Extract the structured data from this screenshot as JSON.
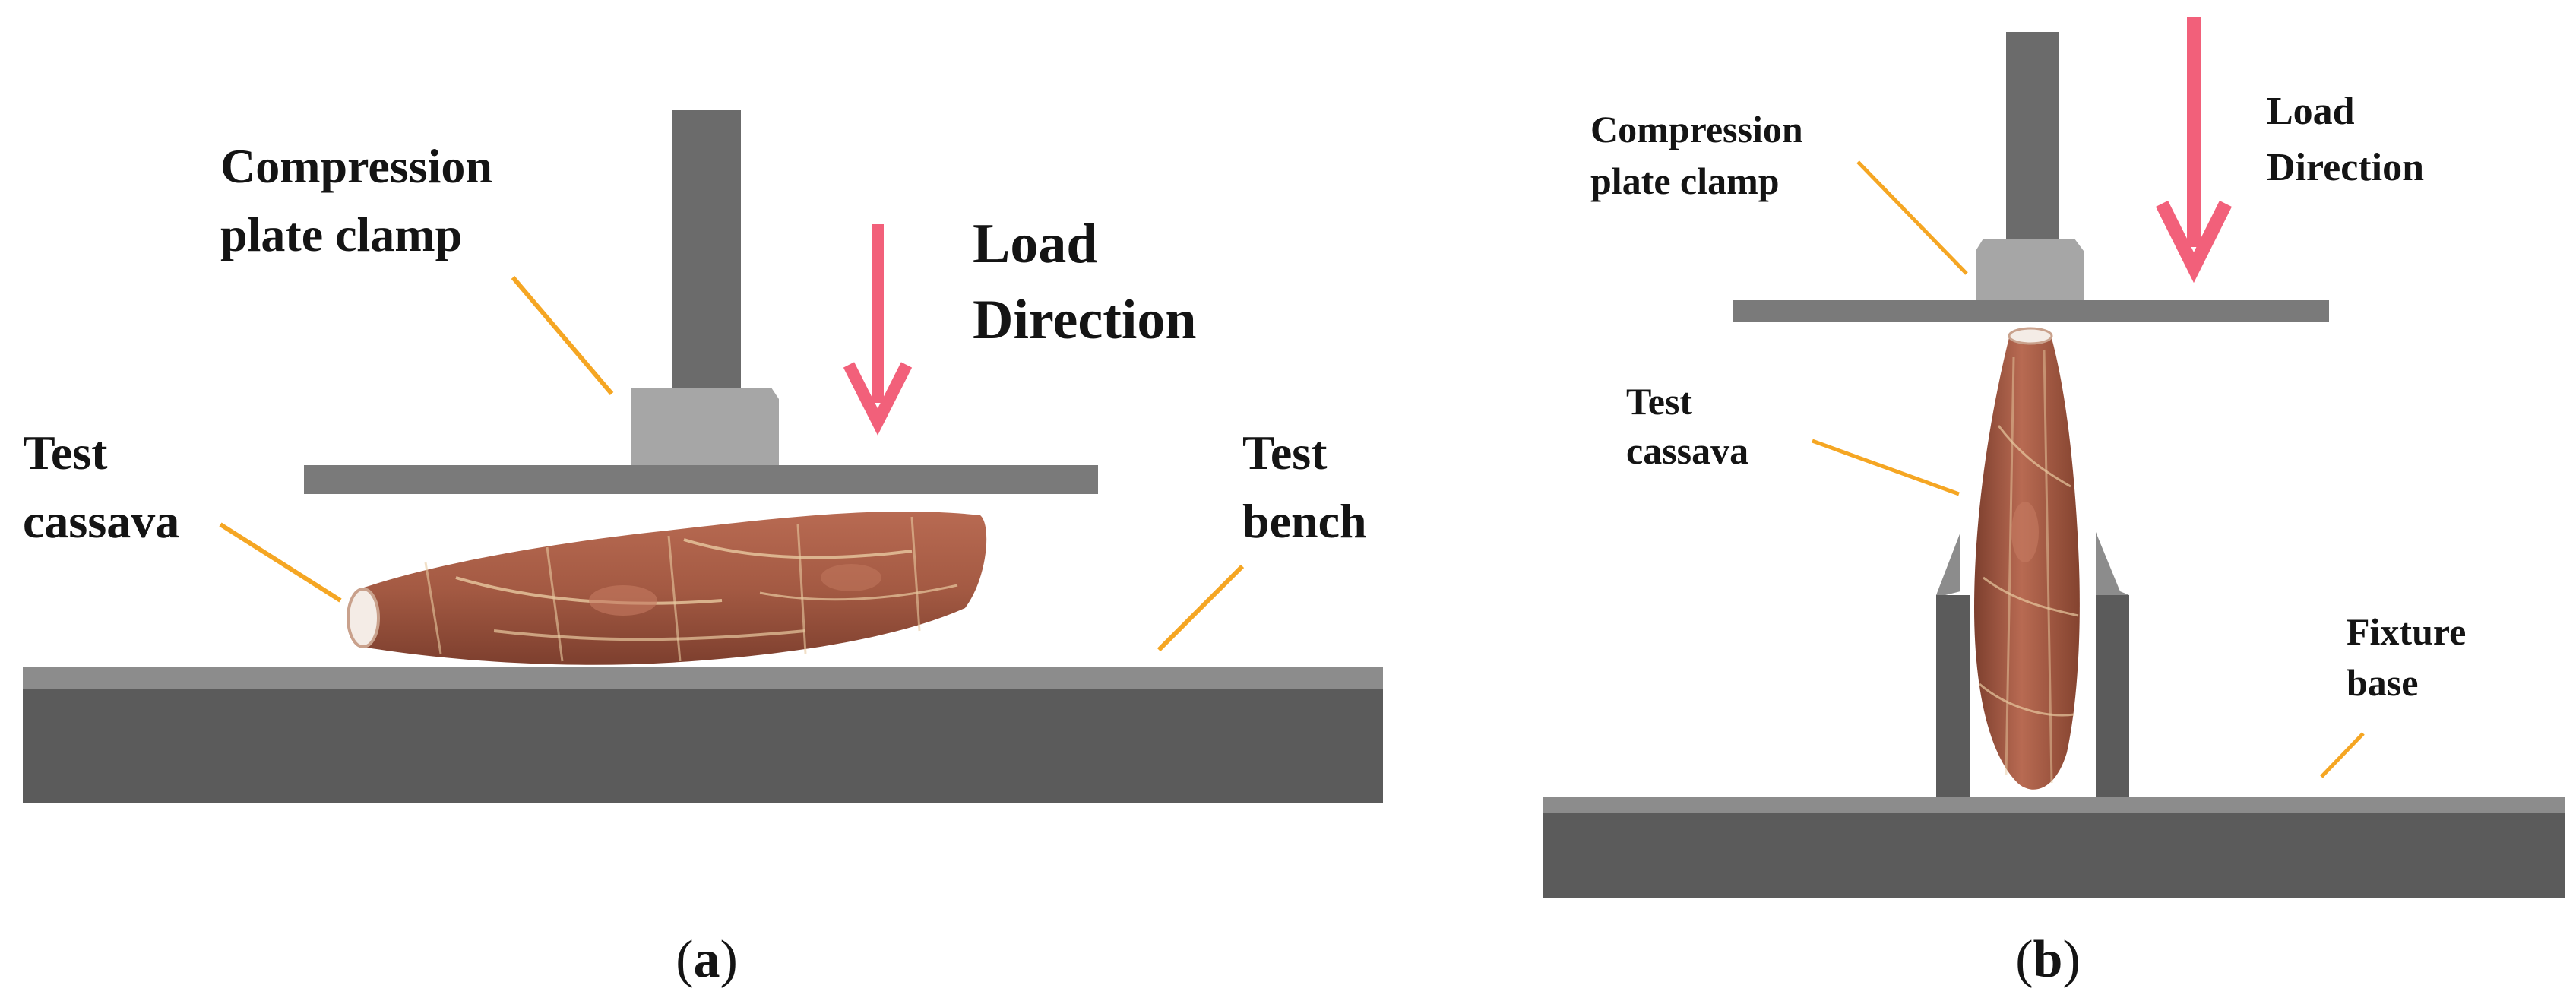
{
  "panel_a": {
    "labels": {
      "compression_clamp": [
        "Compression",
        "plate clamp"
      ],
      "load_direction": [
        "Load",
        "Direction"
      ],
      "test_cassava": [
        "Test",
        "cassava"
      ],
      "test_bench": [
        "Test",
        "bench"
      ]
    },
    "caption": {
      "open": "(",
      "letter": "a",
      "close": ")"
    }
  },
  "panel_b": {
    "labels": {
      "compression_clamp": [
        "Compression",
        "plate clamp"
      ],
      "load_direction": [
        "Load",
        "Direction"
      ],
      "test_cassava": [
        "Test",
        "cassava"
      ],
      "fixture_base": [
        "Fixture",
        "base"
      ]
    },
    "caption": {
      "open": "(",
      "letter": "b",
      "close": ")"
    }
  },
  "colors": {
    "rod": "#6b6b6b",
    "clamp": "#a6a6a6",
    "plate": "#7a7a7a",
    "bench_top": "#8c8c8c",
    "bench_body": "#5b5b5b",
    "leader": "#f5a623",
    "arrow": "#f2607a",
    "cassava_skin": "#9b5540",
    "cassava_highlight": "#c47a60",
    "cassava_fiber": "#e8c9a0"
  }
}
